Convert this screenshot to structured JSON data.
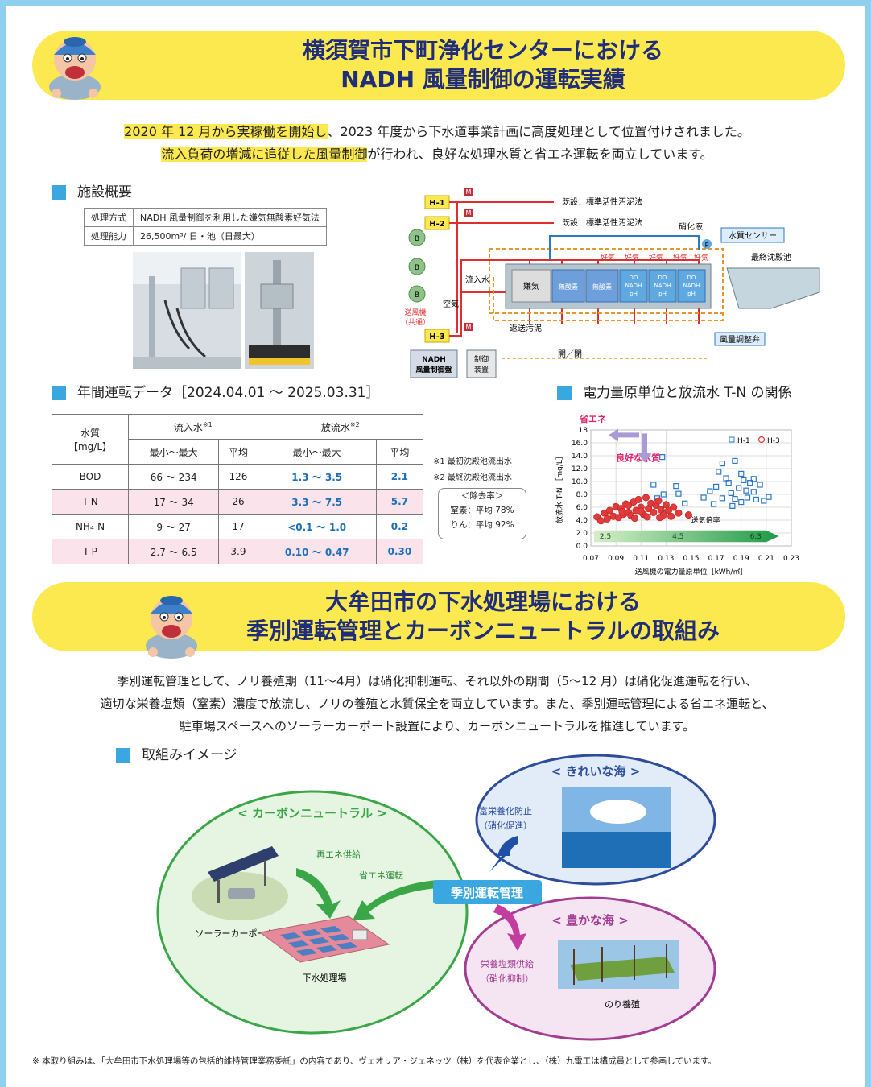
{
  "section1": {
    "title_line1": "横須賀市下町浄化センターにおける",
    "title_line2": "NADH 風量制御の運転実績",
    "intro_hl1": "2020 年 12 月から実稼働を開始し",
    "intro_rest1": "、2023 年度から下水道事業計画に高度処理として位置付けされました。",
    "intro_hl2": "流入負荷の増減に追従した風量制御",
    "intro_rest2": "が行われ、良好な処理水質と省エネ運転を両立しています。",
    "overview_heading": "施設概要",
    "overview_table": [
      [
        "処理方式",
        "NADH 風量制御を利用した嫌気無酸素好気法"
      ],
      [
        "処理能力",
        "26,500m³/ 日・池（日最大）"
      ]
    ]
  },
  "diagram": {
    "h1": "H-1",
    "h2": "H-2",
    "h3": "H-3",
    "m": "M",
    "b": "B",
    "p": "P",
    "existing1": "既設：標準活性汚泥法",
    "existing2": "既設：標準活性汚泥法",
    "nitrate": "硝化液",
    "sensor": "水質センサー",
    "clarifier": "最終沈殿池",
    "inflow": "流入水",
    "air": "空気",
    "blower": "送風機\n（共通）",
    "blower_l1": "送風機",
    "blower_l2": "（共通）",
    "anaerobic": "嫌気",
    "anoxic1": "無酸素",
    "anoxic2": "無酸素",
    "aerobic": "好気",
    "do": "DO",
    "nadh": "NADH",
    "ph": "pH",
    "return_sludge": "返送汚泥",
    "valve": "風量調整弁",
    "openclose": "開／閉",
    "panel_l1": "NADH",
    "panel_l2": "風量制御盤",
    "control_l1": "制御",
    "control_l2": "装置"
  },
  "annual": {
    "heading": "年間運転データ［2024.04.01 〜 2025.03.31］",
    "h_quality": "水質",
    "h_unit": "【mg/L】",
    "h_inflow": "流入水",
    "h_outflow": "放流水",
    "sup1": "※1",
    "sup2": "※2",
    "h_minmax": "最小〜最大",
    "h_avg": "平均",
    "rows": [
      {
        "name": "BOD",
        "in_range": "66 〜 234",
        "in_avg": "126",
        "out_range": "1.3 〜 3.5",
        "out_avg": "2.1"
      },
      {
        "name": "T-N",
        "in_range": "17 〜 34",
        "in_avg": "26",
        "out_range": "3.3 〜 7.5",
        "out_avg": "5.7"
      },
      {
        "name": "NH₄-N",
        "in_range": "9 〜 27",
        "in_avg": "17",
        "out_range": "<0.1 〜 1.0",
        "out_avg": "0.2"
      },
      {
        "name": "T-P",
        "in_range": "2.7 〜 6.5",
        "in_avg": "3.9",
        "out_range": "0.10 〜 0.47",
        "out_avg": "0.30"
      }
    ],
    "note1": "※1 最初沈殿池流出水",
    "note2": "※2 最終沈殿池流出水",
    "removal_title": "＜除去率＞",
    "removal_n": "窒素：平均 78%",
    "removal_p": "りん：平均 92%"
  },
  "chart_heading": "電力量原単位と放流水 T-N の関係",
  "chart_data": {
    "type": "scatter",
    "xlabel": "送風機の電力量原単位［kWh/㎥］",
    "ylabel": "放流水 T-N ［mg/L］",
    "xlim": [
      0.07,
      0.23
    ],
    "ylim": [
      0,
      18
    ],
    "xticks": [
      "0.07",
      "0.09",
      "0.11",
      "0.13",
      "0.15",
      "0.17",
      "0.19",
      "0.21",
      "0.23"
    ],
    "yticks": [
      "0.0",
      "2.0",
      "4.0",
      "6.0",
      "8.0",
      "10.0",
      "12.0",
      "14.0",
      "16.0",
      "18"
    ],
    "legend_position": "top-right",
    "annotation_energy": "省エネ",
    "annotation_quality": "良好な水質",
    "annotation_ratio": "送気倍率",
    "ratio_labels": [
      "2.5",
      "4.5",
      "6.3"
    ],
    "series": [
      {
        "name": "H-1",
        "marker": "square",
        "color": "#2b78c6",
        "points": [
          [
            0.127,
            13.8
          ],
          [
            0.12,
            9.5
          ],
          [
            0.128,
            8.0
          ],
          [
            0.123,
            7.4
          ],
          [
            0.138,
            9.3
          ],
          [
            0.14,
            8.1
          ],
          [
            0.13,
            5.8
          ],
          [
            0.145,
            6.6
          ],
          [
            0.16,
            7.5
          ],
          [
            0.165,
            8.5
          ],
          [
            0.17,
            9.2
          ],
          [
            0.172,
            11.5
          ],
          [
            0.175,
            12.8
          ],
          [
            0.178,
            10.5
          ],
          [
            0.18,
            9.8
          ],
          [
            0.182,
            8.2
          ],
          [
            0.185,
            7.3
          ],
          [
            0.188,
            9.0
          ],
          [
            0.19,
            11.2
          ],
          [
            0.192,
            10.2
          ],
          [
            0.194,
            8.6
          ],
          [
            0.195,
            7.5
          ],
          [
            0.197,
            9.8
          ],
          [
            0.2,
            8.4
          ],
          [
            0.202,
            7.2
          ],
          [
            0.205,
            9.5
          ],
          [
            0.208,
            7.0
          ],
          [
            0.185,
            13.2
          ],
          [
            0.175,
            7.4
          ],
          [
            0.168,
            6.5
          ],
          [
            0.212,
            7.6
          ],
          [
            0.19,
            6.8
          ],
          [
            0.2,
            10.4
          ],
          [
            0.183,
            6.2
          ]
        ]
      },
      {
        "name": "H-3",
        "marker": "circle",
        "color": "#e33b3b",
        "points": [
          [
            0.075,
            4.5
          ],
          [
            0.078,
            3.9
          ],
          [
            0.081,
            5.1
          ],
          [
            0.083,
            4.2
          ],
          [
            0.085,
            5.5
          ],
          [
            0.088,
            4.6
          ],
          [
            0.09,
            6.1
          ],
          [
            0.092,
            4.4
          ],
          [
            0.094,
            5.8
          ],
          [
            0.096,
            4.9
          ],
          [
            0.098,
            6.5
          ],
          [
            0.1,
            5.2
          ],
          [
            0.102,
            4.7
          ],
          [
            0.104,
            6.8
          ],
          [
            0.106,
            5.5
          ],
          [
            0.108,
            7.2
          ],
          [
            0.11,
            6.0
          ],
          [
            0.112,
            4.9
          ],
          [
            0.114,
            7.5
          ],
          [
            0.116,
            5.8
          ],
          [
            0.118,
            6.6
          ],
          [
            0.12,
            5.2
          ],
          [
            0.122,
            6.3
          ],
          [
            0.124,
            7.0
          ],
          [
            0.126,
            5.6
          ],
          [
            0.128,
            4.8
          ],
          [
            0.13,
            6.4
          ],
          [
            0.132,
            5.5
          ],
          [
            0.134,
            4.6
          ],
          [
            0.136,
            6.0
          ],
          [
            0.105,
            4.3
          ],
          [
            0.11,
            5.4
          ],
          [
            0.115,
            4.5
          ],
          [
            0.095,
            5.3
          ],
          [
            0.125,
            4.4
          ],
          [
            0.1,
            6.3
          ],
          [
            0.14,
            5.1
          ],
          [
            0.148,
            4.8
          ]
        ]
      }
    ]
  },
  "section2": {
    "title_line1": "大牟田市の下水処理場における",
    "title_line2": "季別運転管理とカーボンニュートラルの取組み",
    "p1": "季別運転管理として、ノリ養殖期（11〜4月）は硝化抑制運転、それ以外の期間（5〜12 月）は硝化促進運転を行い、",
    "p2": "適切な栄養塩類（窒素）濃度で放流し、ノリの養殖と水質保全を両立しています。また、季別運転管理による省エネ運転と、",
    "p3": "駐車場スペースへのソーラーカーポート設置により、カーボンニュートラルを推進しています。",
    "image_heading": "取組みイメージ"
  },
  "illustration": {
    "carbon_title": "< カーボンニュートラル >",
    "renew": "再エネ供給",
    "save": "省エネ運転",
    "carport": "ソーラーカーポート",
    "plant": "下水処理場",
    "center": "季別運転管理",
    "clean_title": "< きれいな海 >",
    "clean_l1": "富栄養化防止",
    "clean_l2": "（硝化促進）",
    "rich_title": "< 豊かな海 >",
    "rich_l1": "栄養塩類供給",
    "rich_l2": "（硝化抑制）",
    "nori": "のり養殖"
  },
  "footnote": "※ 本取り組みは、「大牟田市下水処理場等の包括的維持管理業務委託」の内容であり、ヴェオリア・ジェネッツ（株）を代表企業とし、（株）九電工は構成員として参画しています。",
  "colors": {
    "banner": "#fce94f",
    "title": "#1f2d7a",
    "accent": "#3aa7e0",
    "h3": "#e33b3b",
    "h1": "#2b78c6"
  }
}
